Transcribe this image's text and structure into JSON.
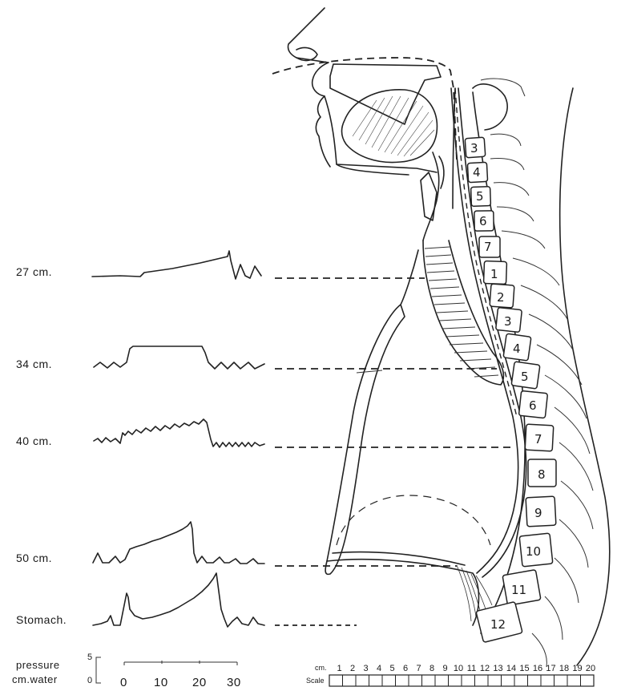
{
  "traces": [
    {
      "label": "27 cm."
    },
    {
      "label": "34 cm."
    },
    {
      "label": "40 cm."
    },
    {
      "label": "50 cm."
    },
    {
      "label": "Stomach."
    }
  ],
  "pressure_scale": {
    "title_line1": "pressure",
    "title_line2": "cm.water",
    "top_tick": "5",
    "bottom_tick": "0"
  },
  "time_axis": {
    "ticks": [
      "0",
      "10",
      "20",
      "30"
    ]
  },
  "cervical_vertebrae": [
    "3",
    "4",
    "5",
    "6",
    "7"
  ],
  "thoracic_vertebrae": [
    "1",
    "2",
    "3",
    "4",
    "5",
    "6",
    "7",
    "8",
    "9",
    "10",
    "11",
    "12"
  ],
  "length_scale": {
    "unit": "cm.",
    "label": "Scale",
    "ticks": [
      "1",
      "2",
      "3",
      "4",
      "5",
      "6",
      "7",
      "8",
      "9",
      "10",
      "11",
      "12",
      "13",
      "14",
      "15",
      "16",
      "17",
      "18",
      "19",
      "20"
    ]
  }
}
